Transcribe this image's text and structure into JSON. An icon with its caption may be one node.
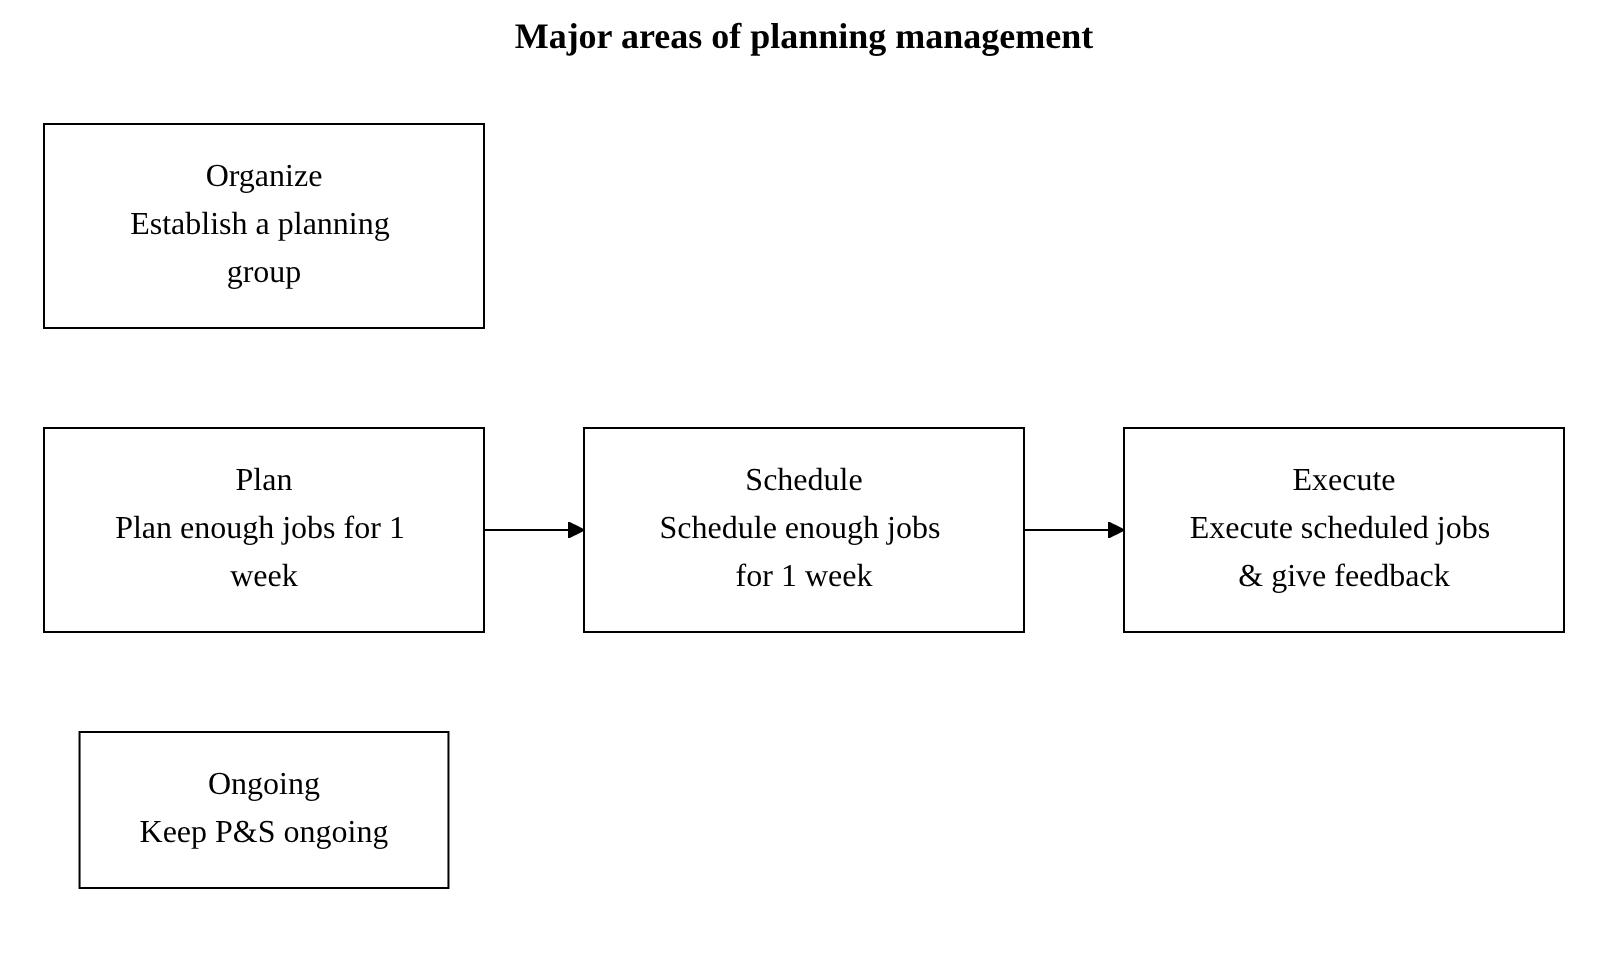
{
  "diagram": {
    "title": "Major areas of planning management",
    "nodes": [
      {
        "text": [
          "Organize",
          "Establish a planning group"
        ]
      },
      {
        "text": [
          "Plan",
          "Plan enough jobs for 1 week"
        ]
      },
      {
        "text": [
          "Schedule",
          "Schedule enough jobs for 1 week"
        ]
      },
      {
        "text": [
          "Execute",
          "Execute scheduled jobs & give feedback"
        ]
      },
      {
        "text": [
          "Ongoing",
          "Keep P&S ongoing"
        ]
      }
    ],
    "edges": [
      {
        "from": 1,
        "to": 2,
        "arrow": "to"
      },
      {
        "from": 2,
        "to": 3,
        "arrow": "to"
      }
    ]
  }
}
